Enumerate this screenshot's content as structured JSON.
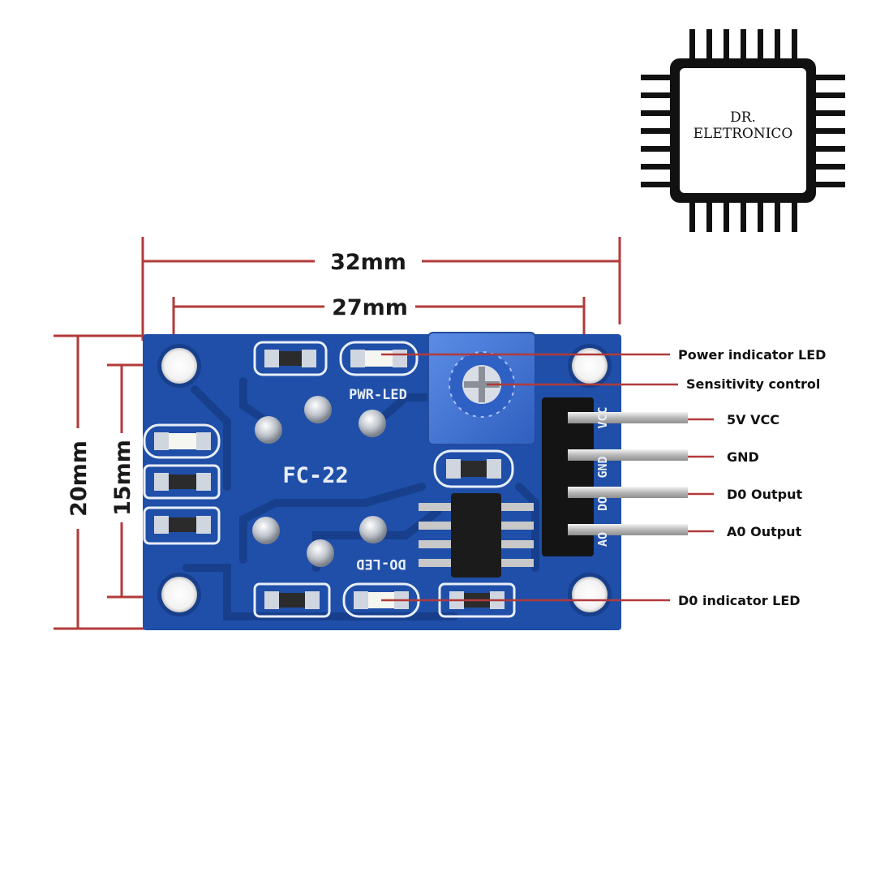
{
  "logo": {
    "line1": "DR.",
    "line2": "ELETRONICO"
  },
  "dimensions": {
    "width_outer": "32mm",
    "width_holes": "27mm",
    "height_outer": "20mm",
    "height_holes": "15mm"
  },
  "silkscreen": {
    "model": "FC-22",
    "pwr_led": "PWR-LED",
    "do_led": "DO-LED",
    "pin_vcc": "VCC",
    "pin_gnd": "GND",
    "pin_do": "DO",
    "pin_ao": "AO"
  },
  "callouts": [
    {
      "id": "power-led",
      "label": "Power indicator LED"
    },
    {
      "id": "sensitivity",
      "label": "Sensitivity control"
    },
    {
      "id": "vcc",
      "label": "5V VCC"
    },
    {
      "id": "gnd",
      "label": "GND"
    },
    {
      "id": "do",
      "label": "D0 Output"
    },
    {
      "id": "ao",
      "label": "A0 Output"
    },
    {
      "id": "do-led",
      "label": "D0 indicator LED"
    }
  ],
  "colors": {
    "pcb": "#1f4fa8",
    "pcb_dark": "#173f8c",
    "dimension_line": "#b23a3a",
    "potentiometer": "#3a6fd1",
    "pin": "#c8c8c8"
  }
}
